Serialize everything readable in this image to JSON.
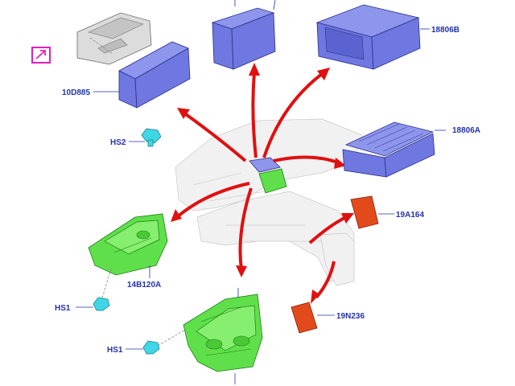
{
  "labels": {
    "part_10d885": "10D885",
    "part_hs2": "HS2",
    "part_18806b": "18806B",
    "part_18806a": "18806A",
    "part_19a164": "19A164",
    "part_14b120a": "14B120A",
    "part_hs1_left": "HS1",
    "part_19n236": "19N236",
    "part_hs1_bottom": "HS1"
  },
  "colors": {
    "label_text": "#2233aa",
    "arrow": "#e01010",
    "highlight_green": "#5fe04a",
    "module_blue": "#6e78e0",
    "connector_orange": "#e24a1c",
    "fastener_cyan": "#3fd6e6",
    "link_icon_border": "#e020c0"
  },
  "icons": {
    "link_icon": "external-link-icon"
  }
}
